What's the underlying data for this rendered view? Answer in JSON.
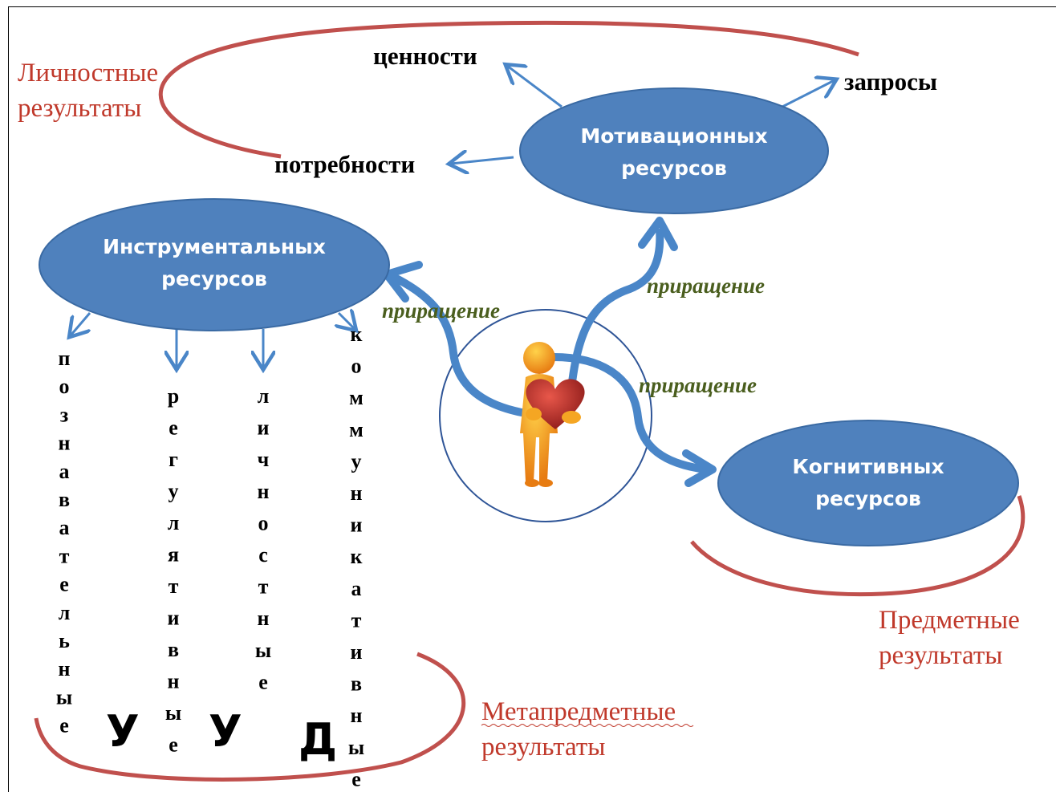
{
  "colors": {
    "ellipse": "#4f81bd",
    "ellipse_stroke": "#3a6aa3",
    "arrow": "#4a86c8",
    "red_curve": "#c0504d",
    "increment": "#4a5e1e"
  },
  "nodes": {
    "motivational": {
      "line1": "Мотивационных",
      "line2": "ресурсов"
    },
    "instrumental": {
      "line1": "Инструментальных",
      "line2": "ресурсов"
    },
    "cognitive": {
      "line1": "Когнитивных",
      "line2": "ресурсов"
    }
  },
  "labels": {
    "values": "ценности",
    "requests": "запросы",
    "needs": "потребности",
    "personal_results": {
      "line1": "Личностные",
      "line2": "результаты"
    },
    "subject_results": {
      "line1": "Предметные",
      "line2": "результаты"
    },
    "meta_results": {
      "line1": "Метапредметные",
      "line2": "результаты"
    },
    "increment_1": "приращение",
    "increment_2": "приращение",
    "increment_3": "приращение"
  },
  "uud_columns": {
    "cognitive": "познавательные",
    "regulatory": "регулятивные",
    "personal": "личностные",
    "communicative": "коммуникативные"
  },
  "uud_letters": [
    "У",
    "У",
    "Д"
  ],
  "center_icon": "person-holding-heart-icon"
}
